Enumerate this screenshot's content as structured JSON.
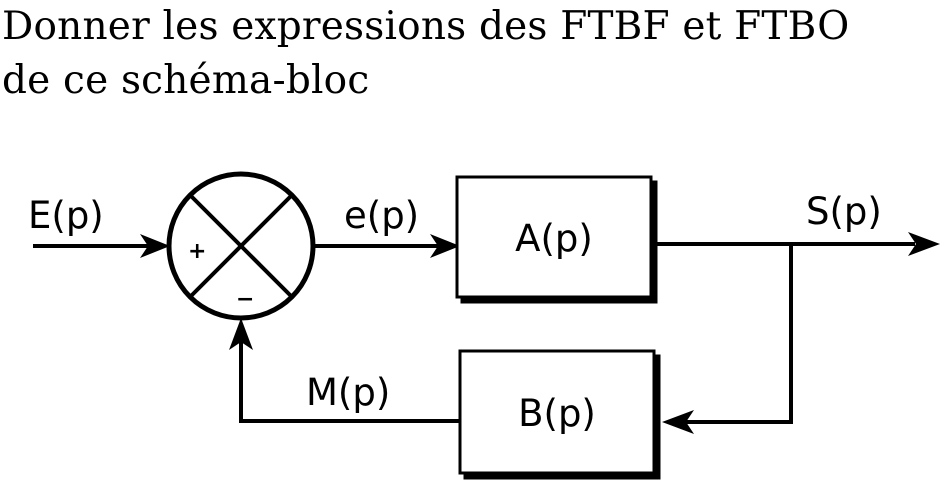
{
  "question": {
    "line1": "Donner les expressions des FTBF et FTBO",
    "line2": "de ce schéma-bloc"
  },
  "diagram": {
    "input_label": "E(p)",
    "error_label": "e(p)",
    "output_label": "S(p)",
    "measure_label": "M(p)",
    "forward_block": "A(p)",
    "feedback_block": "B(p)",
    "plus_sign": "+",
    "minus_sign": "−"
  }
}
